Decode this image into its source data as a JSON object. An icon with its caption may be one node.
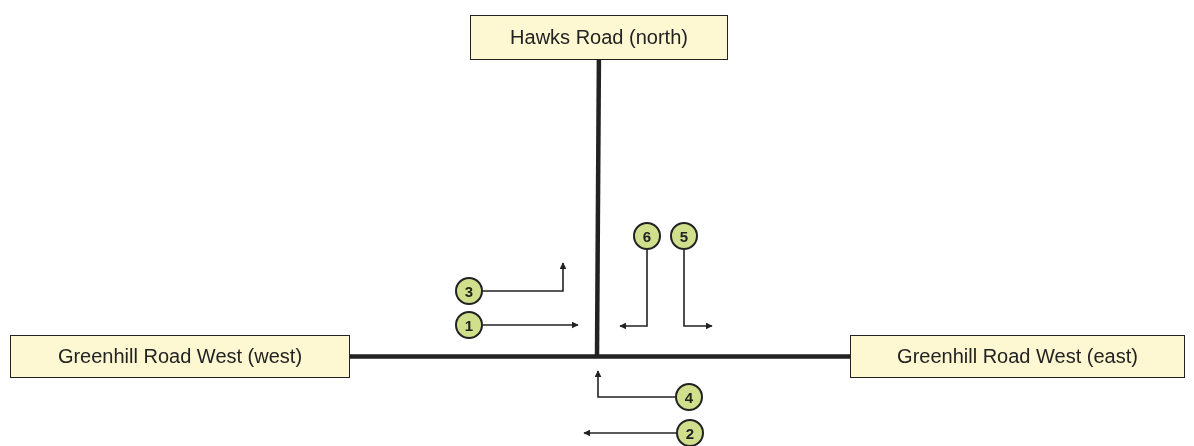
{
  "diagram": {
    "nodes": [
      {
        "text": [
          "Hawks Road (north)"
        ]
      },
      {
        "text": [
          "6"
        ]
      },
      {
        "text": [
          "5"
        ]
      },
      {
        "text": [
          "3"
        ]
      },
      {
        "text": [
          "1"
        ]
      },
      {
        "text": [
          "Greenhill Road West (west)"
        ]
      },
      {
        "text": [
          "Greenhill Road West (east)"
        ]
      },
      {
        "text": [
          "4"
        ]
      },
      {
        "text": [
          "2"
        ]
      }
    ],
    "edges": [
      {
        "from": 0,
        "to": null,
        "arrow": "none",
        "style": "thick"
      },
      {
        "from": 5,
        "to": 6,
        "arrow": "none",
        "style": "thick"
      },
      {
        "from": 1,
        "to": null,
        "arrow": "to"
      },
      {
        "from": 2,
        "to": null,
        "arrow": "to"
      },
      {
        "from": 3,
        "to": null,
        "arrow": "to"
      },
      {
        "from": 4,
        "to": null,
        "arrow": "to"
      },
      {
        "from": 7,
        "to": null,
        "arrow": "to"
      },
      {
        "from": 8,
        "to": null,
        "arrow": "to"
      }
    ]
  }
}
